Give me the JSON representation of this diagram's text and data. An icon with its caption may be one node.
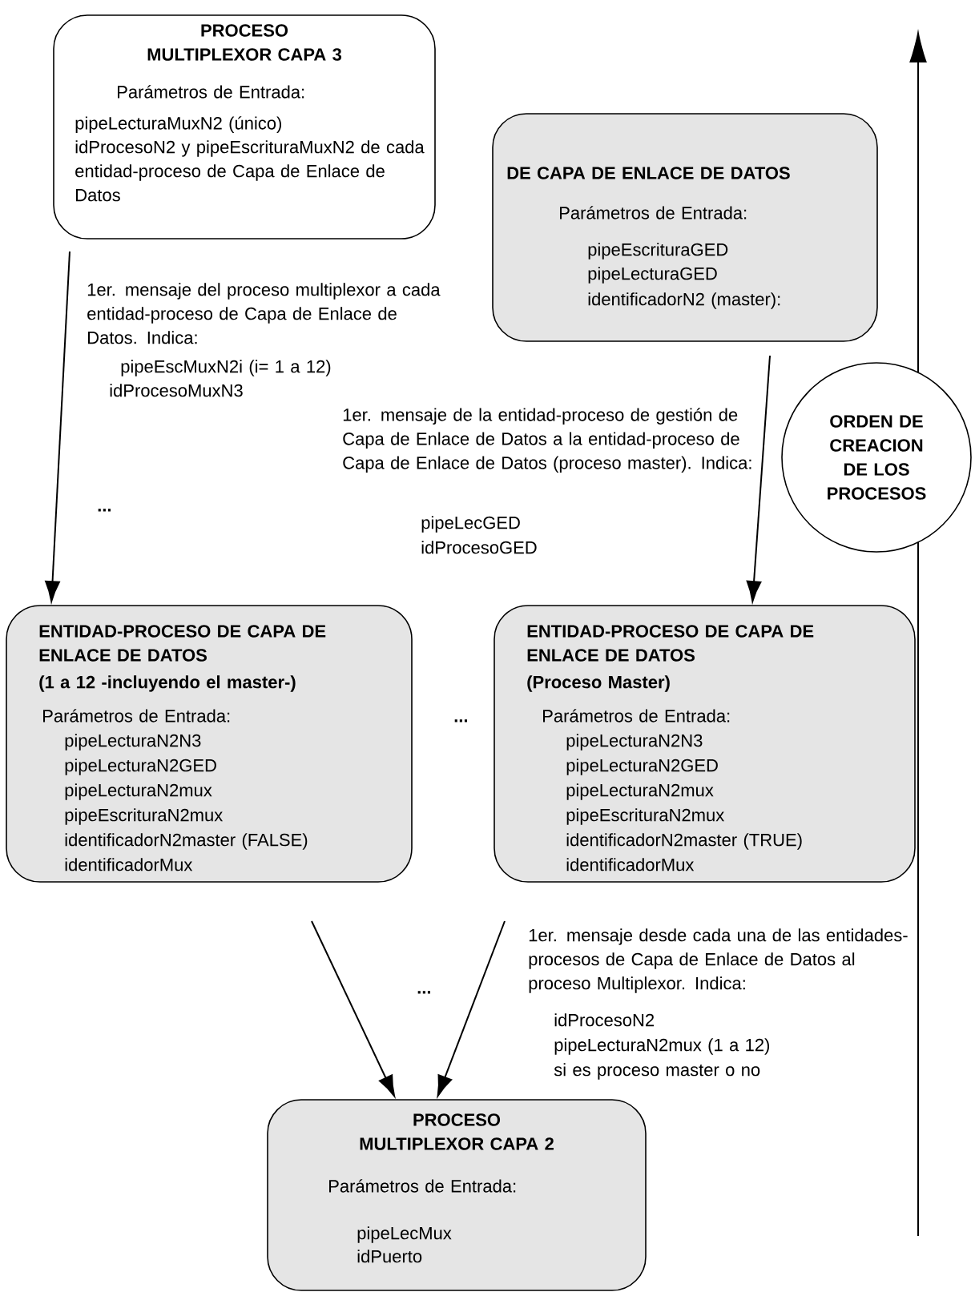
{
  "diagram": {
    "nodes": [
      {
        "text": [
          "PROCESO MULTIPLEXOR CAPA 3",
          "Parámetros de Entrada:",
          "pipeLecturaMuxN2 (único)",
          "idProcesoN2 y pipeEscrituraMuxN2 de cada entidad-proceso de Capa de Enlace de Datos"
        ]
      },
      {
        "text": [
          "DE CAPA DE ENLACE DE DATOS",
          "Parámetros de Entrada:",
          "pipeEscrituraGED",
          "pipeLecturaGED",
          "identificadorN2 (master):"
        ]
      },
      {
        "text": [
          "ENTIDAD-PROCESO DE CAPA DE ENLACE DE DATOS",
          "(1 a 12 -incluyendo el master-)",
          "Parámetros de Entrada:",
          "pipeLecturaN2N3",
          "pipeLecturaN2GED",
          "pipeLecturaN2mux",
          "pipeEscrituraN2mux",
          "identificadorN2master (FALSE)",
          "identificadorMux"
        ]
      },
      {
        "text": [
          "ENTIDAD-PROCESO DE CAPA DE ENLACE DE DATOS",
          "(Proceso Master)",
          "Parámetros de Entrada:",
          "pipeLecturaN2N3",
          "pipeLecturaN2GED",
          "pipeLecturaN2mux",
          "pipeEscrituraN2mux",
          "identificadorN2master (TRUE)",
          "identificadorMux"
        ]
      },
      {
        "text": [
          "PROCESO MULTIPLEXOR CAPA 2",
          "Parámetros de Entrada:",
          "pipeLecMux",
          "idPuerto"
        ]
      },
      {
        "text": [
          "ORDEN DE CREACION DE LOS PROCESOS"
        ]
      }
    ],
    "edges": [
      {
        "from": 0,
        "to": 2,
        "arrow": "to"
      },
      {
        "from": 1,
        "to": 3,
        "arrow": "to"
      },
      {
        "from": 2,
        "to": 4,
        "arrow": "to"
      },
      {
        "from": 3,
        "to": 4,
        "arrow": "to"
      }
    ],
    "labels": [
      "1er. mensaje del proceso multiplexor a cada entidad-proceso de Capa de Enlace de Datos. Indica:",
      "pipeEscMuxN2i (i= 1 a 12)",
      "idProcesoMuxN3",
      "1er. mensaje de la entidad-proceso de gestión de Capa de Enlace de Datos a la entidad-proceso de Capa de Enlace de Datos (proceso master). Indica:",
      "pipeLecGED",
      "idProcesoGED",
      "...",
      "...",
      "...",
      "1er. mensaje desde cada una de las entidades-procesos de Capa de Enlace de Datos al proceso Multiplexor. Indica:",
      "idProcesoN2",
      "pipeLecturaN2mux (1 a 12)",
      "si es proceso master o no"
    ]
  }
}
